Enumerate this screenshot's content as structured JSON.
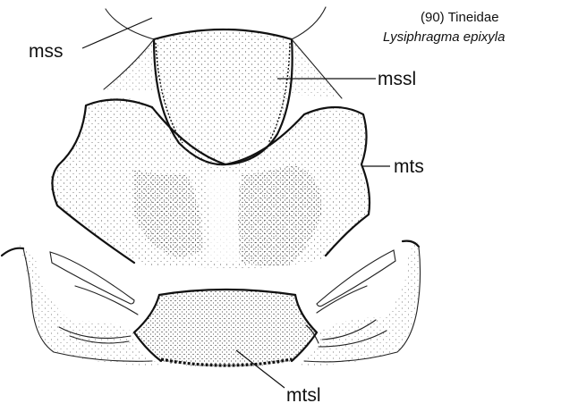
{
  "caption": {
    "number": "(90) Tineidae",
    "species": "Lysiphragma epixyla"
  },
  "labels": {
    "mss": "mss",
    "mssl": "mssl",
    "mts": "mts",
    "mtsl": "mtsl"
  }
}
